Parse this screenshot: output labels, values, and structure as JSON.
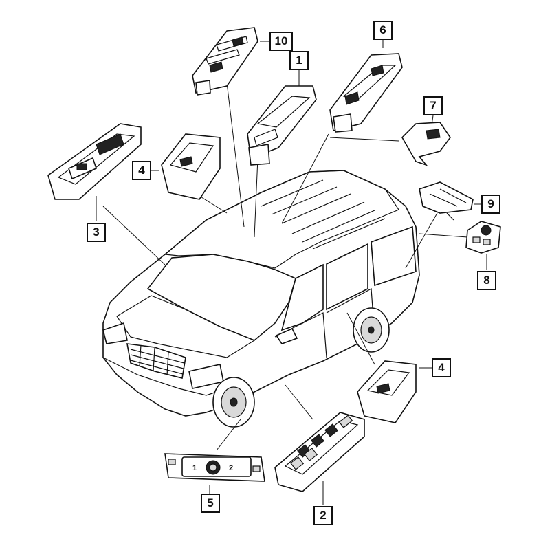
{
  "callouts": {
    "c1": "1",
    "c2": "2",
    "c3": "3",
    "c4a": "4",
    "c4b": "4",
    "c5": "5",
    "c6": "6",
    "c7": "7",
    "c8": "8",
    "c9": "9",
    "c10": "10"
  },
  "switch5": {
    "left_mark": "1",
    "right_mark": "2"
  }
}
